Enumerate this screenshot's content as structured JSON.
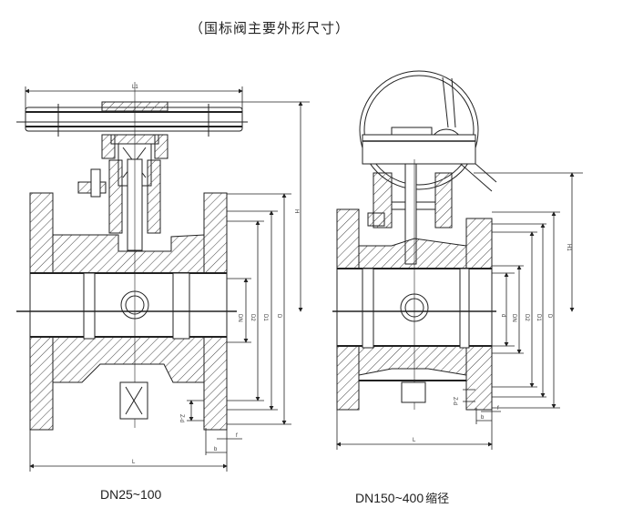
{
  "title": "（国标阀主要外形尺寸）",
  "figures": [
    {
      "caption": "DN25~100",
      "dimension_labels": {
        "L1": "L1",
        "H": "H",
        "DN": "DN",
        "D2": "D2",
        "D1": "D1",
        "D": "D",
        "Zd": "Z-d",
        "f": "f",
        "b": "b",
        "L": "L"
      }
    },
    {
      "caption": "DN150~400",
      "caption_suffix": "缩径",
      "dimension_labels": {
        "H1": "H1",
        "d": "d",
        "DN": "DN",
        "D2": "D2",
        "D1": "D1",
        "D": "D",
        "Zd": "Z-d",
        "f": "f",
        "b": "b",
        "L": "L"
      }
    }
  ],
  "colors": {
    "line": "#222222",
    "hatch": "#444444",
    "background": "#ffffff"
  }
}
